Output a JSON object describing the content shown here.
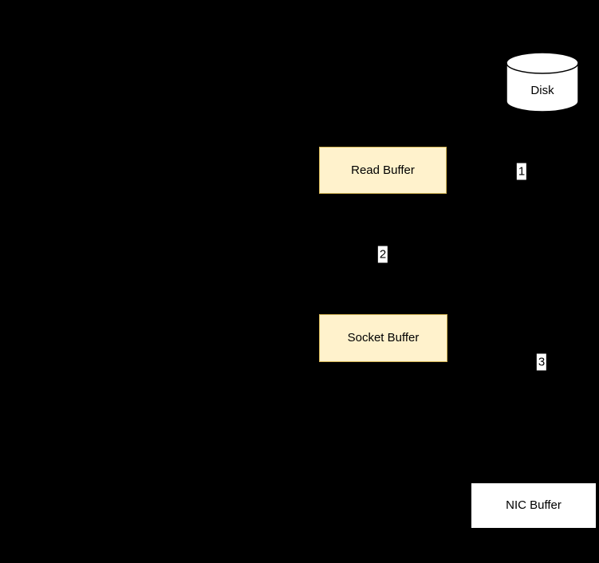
{
  "diagram": {
    "colors": {
      "background": "#000000",
      "buffer_fill": "#fff2cc",
      "buffer_stroke": "#d6b656",
      "plain_node_fill": "#ffffff",
      "plain_node_stroke": "#000000",
      "edge_label_background": "#ffffff",
      "edge_label_text": "#000000"
    },
    "nodes": {
      "disk": {
        "label": "Disk",
        "shape": "cylinder"
      },
      "read_buffer": {
        "label": "Read Buffer",
        "shape": "rectangle"
      },
      "socket_buffer": {
        "label": "Socket Buffer",
        "shape": "rectangle"
      },
      "nic_buffer": {
        "label": "NIC Buffer",
        "shape": "rectangle"
      }
    },
    "edge_labels": [
      {
        "label": "1"
      },
      {
        "label": "2"
      },
      {
        "label": "3"
      }
    ]
  }
}
